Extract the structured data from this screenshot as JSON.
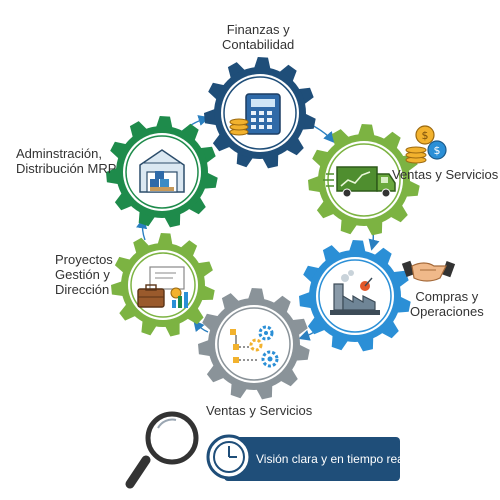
{
  "labels": {
    "top": [
      "Finanzas y",
      "Contabilidad"
    ],
    "right_top": "Ventas y Servicios",
    "right_bottom": [
      "Compras y",
      "Operaciones"
    ],
    "bottom": "Ventas y Servicios",
    "left_bottom": [
      "Proyectos",
      "Gestión y",
      "Dirección"
    ],
    "left_top": [
      "Adminstración,",
      "Distribución MRP"
    ]
  },
  "banner": {
    "text": "Visión clara y en tiempo real"
  },
  "gears": [
    {
      "id": "finanzas",
      "color": "#1f4e79",
      "icon": "calculator-coins-icon"
    },
    {
      "id": "ventas",
      "color": "#7cb342",
      "icon": "delivery-truck-icon"
    },
    {
      "id": "compras",
      "color": "#2b8fd6",
      "icon": "factory-icon"
    },
    {
      "id": "procesos",
      "color": "#8a9399",
      "icon": "process-flow-icon"
    },
    {
      "id": "proyectos",
      "color": "#7cb342",
      "icon": "briefcase-certificate-icon"
    },
    {
      "id": "administracion",
      "color": "#1e8b4b",
      "icon": "warehouse-icon"
    }
  ],
  "colors": {
    "arrow": "#2a7fc0",
    "banner": "#1f4e79",
    "banner_text": "#ffffff"
  }
}
